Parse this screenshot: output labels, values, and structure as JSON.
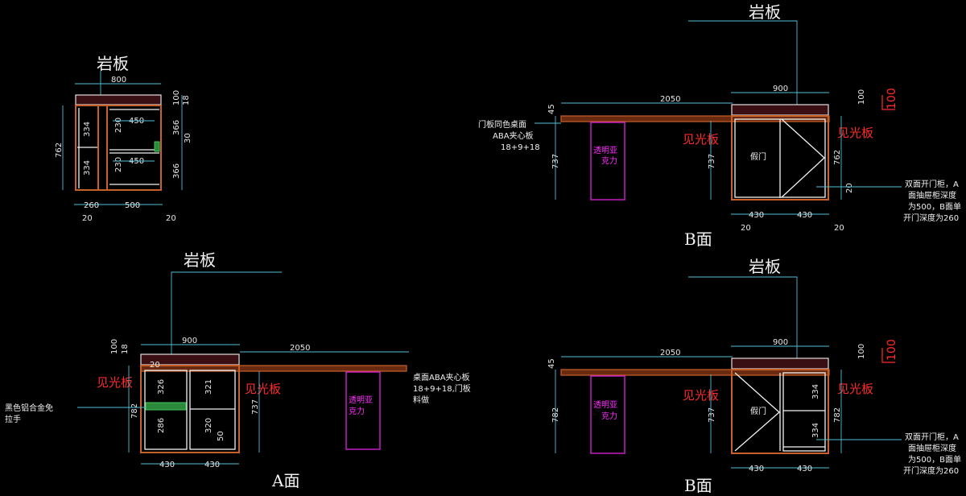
{
  "drawing": {
    "colors": {
      "dimension_line": "#4fc0d8",
      "panel": "#c8602a",
      "acrylic": "#d020d0",
      "label": "#ff2a2a",
      "countertop": "#3a0f14",
      "handle": "#2a8a3a"
    },
    "side_view": {
      "title": "岩板",
      "dims": {
        "top_width": "800",
        "top_thk_a": "100",
        "top_thk_b": "18",
        "height": "762",
        "shelf_upper": "334",
        "shelf_lower": "334",
        "inner_h_upper": "230",
        "inner_h_lower": "230",
        "inner_w_upper": "450",
        "inner_w_lower": "450",
        "right_upper": "366",
        "right_lower": "366",
        "notch": "30",
        "bottom_left": "260",
        "bottom_right": "500",
        "foot_left": "20",
        "foot_right": "20"
      }
    },
    "b_face_top": {
      "title": "岩板",
      "view_label": "B面",
      "dims": {
        "desk_len": "2050",
        "top_w": "900",
        "desk_thk": "45",
        "height_left": "737",
        "height_mid": "737",
        "height_right": "762",
        "top_thk": "100",
        "gap_right": "20",
        "bay_left": "430",
        "bay_right": "430",
        "foot_left": "20",
        "foot_right": "20"
      },
      "desk_note": [
        "门板同色桌面",
        "ABA夹心板",
        "18+9+18"
      ],
      "acrylic": [
        "透明亚",
        "克力"
      ],
      "visible_board_left": "见光板",
      "visible_board_right": "见光板",
      "fake_door": "假门",
      "side_note": [
        "双面开门柜，A",
        "面抽屉柜深度",
        "为500，B面单",
        "开门深度为260"
      ]
    },
    "a_face": {
      "title": "岩板",
      "view_label": "A面",
      "dims": {
        "top_w": "900",
        "desk_len": "2050",
        "top_thk_a": "100",
        "top_thk_b": "18",
        "gap_top": "20",
        "height": "782",
        "desk_height": "737",
        "drawer_1": "326",
        "drawer_2": "286",
        "drawer_r1": "321",
        "drawer_r2": "320",
        "base": "50",
        "bay_left": "430",
        "bay_right": "430"
      },
      "visible_board_left": "见光板",
      "visible_board_right": "见光板",
      "handle_note": [
        "黑色铝合金免",
        "拉手"
      ],
      "desk_note": [
        "桌面ABA夹心板",
        "18+9+18,门板",
        "料做"
      ],
      "acrylic": [
        "透明亚",
        "克力"
      ]
    },
    "b_face_bottom": {
      "title": "岩板",
      "view_label": "B面",
      "dims": {
        "desk_len": "2050",
        "top_w": "900",
        "desk_thk": "45",
        "height_left": "782",
        "height_mid": "737",
        "height_right": "782",
        "top_thk_a": "100",
        "top_thk_b": "100",
        "shelf_upper": "334",
        "shelf_lower": "334",
        "bay_left": "430",
        "bay_right": "430"
      },
      "acrylic": [
        "透明亚",
        "克力"
      ],
      "visible_board_left": "见光板",
      "visible_board_right": "见光板",
      "fake_door": "假门",
      "side_note": [
        "双面开门柜，A",
        "面抽屉柜深度",
        "为500，B面单",
        "开门深度为260"
      ]
    }
  }
}
